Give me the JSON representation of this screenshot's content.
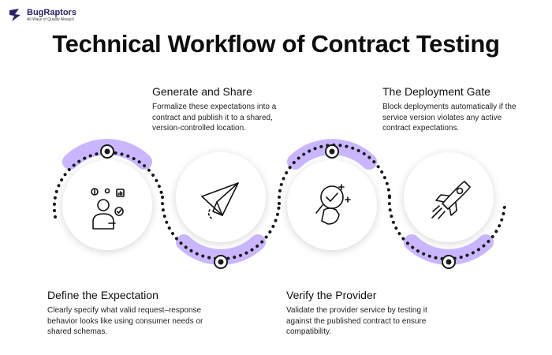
{
  "brand": {
    "name": "BugRaptors",
    "tagline": "All Ways of Quality Always!"
  },
  "title": "Technical Workflow of Contract Testing",
  "colors": {
    "accent": "#c9b6ff",
    "dot": "#1a1a1a",
    "text": "#111111"
  },
  "steps": [
    {
      "heading": "Define the Expectation",
      "body": "Clearly specify what valid request–response behavior looks like using consumer needs or shared schemas.",
      "icon": "person-analytics-icon"
    },
    {
      "heading": "Generate and Share",
      "body": "Formalize these expectations into a contract and publish it to a shared, version-controlled location.",
      "icon": "paper-plane-icon"
    },
    {
      "heading": "Verify the Provider",
      "body": "Validate the provider service by testing it against the published contract to ensure compatibility.",
      "icon": "magnifier-check-icon"
    },
    {
      "heading": "The Deployment Gate",
      "body": "Block deployments automatically if the service version violates any active contract expectations.",
      "icon": "rocket-icon"
    }
  ]
}
